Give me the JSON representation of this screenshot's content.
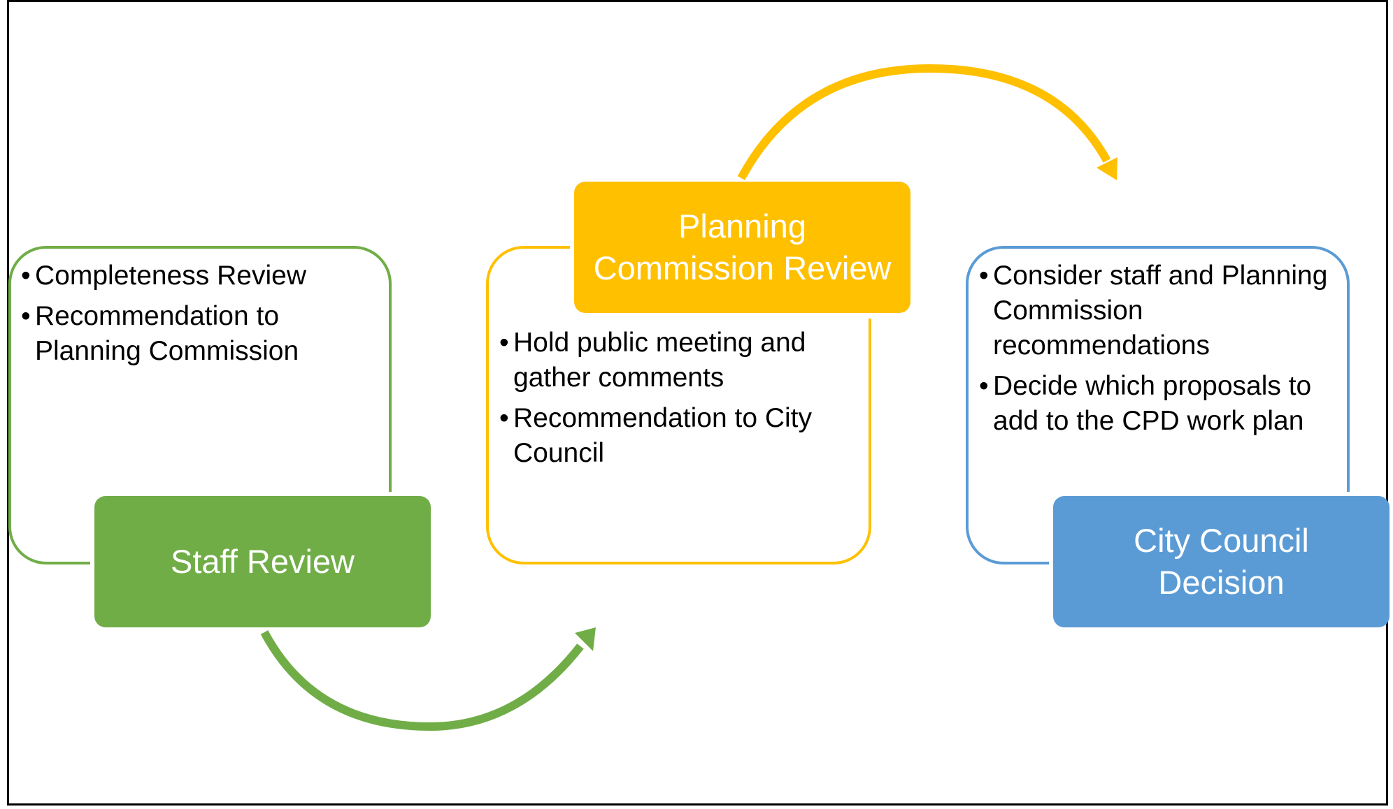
{
  "colors": {
    "green": "#70AD47",
    "yellow": "#FFC000",
    "blue": "#5B9BD5",
    "text": "#000000"
  },
  "stages": [
    {
      "title": "Staff Review",
      "bullets": [
        "Completeness Review",
        "Recommendation to Planning Commission"
      ]
    },
    {
      "title": "Planning\nCommission Review",
      "bullets": [
        "Hold public meeting and gather comments",
        "Recommendation to City Council"
      ]
    },
    {
      "title": "City Council\nDecision",
      "bullets": [
        "Consider staff and Planning Commission recommendations",
        "Decide which proposals to add to the CPD work plan"
      ]
    }
  ],
  "bullet_glyph": "•"
}
